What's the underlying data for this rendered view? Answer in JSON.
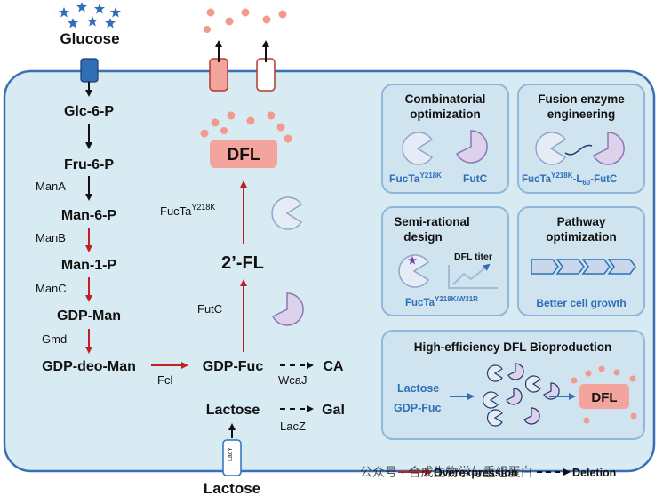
{
  "extracellular": {
    "glucose": "Glucose",
    "lactose": "Lactose"
  },
  "transporter": {
    "lacy": "LacY"
  },
  "metabolites": {
    "glc6p": "Glc-6-P",
    "fru6p": "Fru-6-P",
    "man6p": "Man-6-P",
    "man1p": "Man-1-P",
    "gdpman": "GDP-Man",
    "gdpdeoman": "GDP-deo-Man",
    "gdpfuc": "GDP-Fuc",
    "ca": "CA",
    "lactose_in": "Lactose",
    "gal": "Gal",
    "fl2": "2’-FL",
    "dfl": "DFL"
  },
  "enzymes": {
    "mana": "ManA",
    "manb": "ManB",
    "manc": "ManC",
    "gmd": "Gmd",
    "fcl": "Fcl",
    "wcaj": "WcaJ",
    "lacz": "LacZ",
    "futc": "FutC",
    "fucta_base": "FucTa",
    "fucta_sup": "Y218K"
  },
  "panels": {
    "combinatorial": {
      "title_1": "Combinatorial",
      "title_2": "optimization",
      "label_a_base": "FucTa",
      "label_a_sup": "Y218K",
      "label_b": "FutC"
    },
    "fusion": {
      "title_1": "Fusion enzyme",
      "title_2": "engineering",
      "label_base": "FucTa",
      "label_sup": "Y218K",
      "label_mid": "-L",
      "label_sub": "60",
      "label_end": "-FutC"
    },
    "semirational": {
      "title_1": "Semi-rational",
      "title_2": "design",
      "titer": "DFL titer",
      "label_base": "FucTa",
      "label_sup": "Y218K/W31R"
    },
    "pathway": {
      "title_1": "Pathway",
      "title_2": "optimization",
      "caption": "Better cell growth"
    },
    "bioproduction": {
      "title": "High-efficiency DFL Bioproduction",
      "input_1": "Lactose",
      "input_2": "GDP-Fuc",
      "output": "DFL"
    }
  },
  "legend": {
    "overexpression": "Overexpression",
    "deletion": "Deletion"
  },
  "watermark": "公众号 · 合成生物学与重组蛋白",
  "colors": {
    "cell_fill": "#d8ebf2",
    "cell_stroke": "#3a6fb5",
    "panel_fill": "#cfe4ef",
    "panel_stroke": "#8fb8dc",
    "red_arrow": "#c0201f",
    "dfl_box": "#f3a49c",
    "dot": "#f29a8e",
    "enzyme_lavender": "#ddd1ec",
    "enzyme_stroke": "#8a78b8",
    "enzyme_blue": "#e6ecf5",
    "label_blue": "#2f6fb8"
  }
}
